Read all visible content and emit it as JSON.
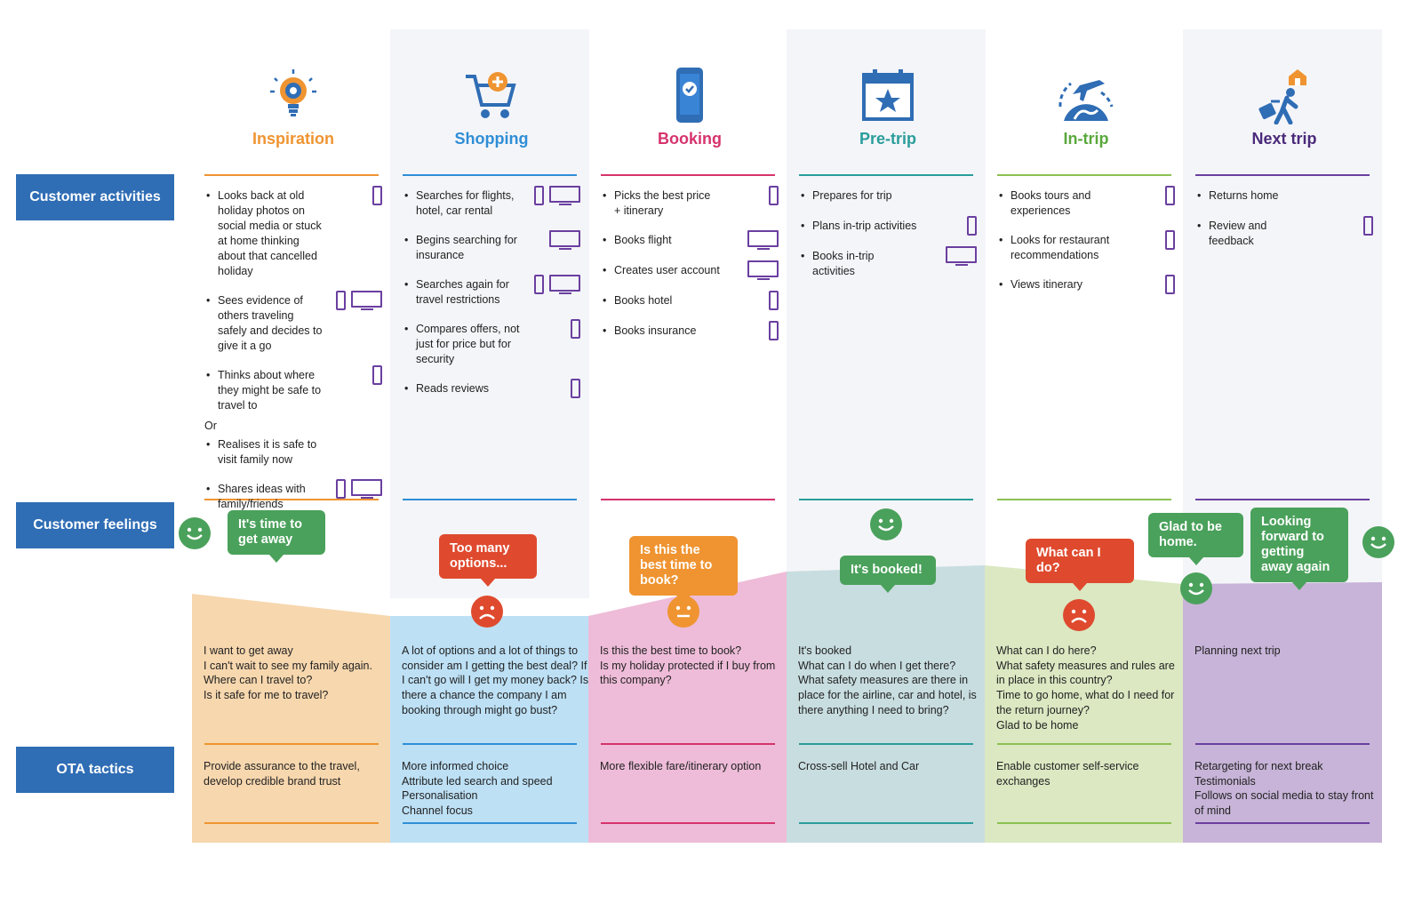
{
  "row_labels": {
    "activities": "Customer activities",
    "feelings": "Customer feelings",
    "tactics": "OTA tactics"
  },
  "colors": {
    "row_label_bg": "#2f6db5",
    "device_icon": "#6a3fa0",
    "icon_blue": "#2f6db5",
    "happy": "#4aa15b",
    "sad": "#df4a2e",
    "neutral": "#ef9431"
  },
  "stages": [
    {
      "name": "Inspiration",
      "icon": "lightbulb-gear-icon",
      "title_color": "#ef9431",
      "rule_color": "#ef9431",
      "fill": "#f7d7ae",
      "activities": [
        {
          "type": "item",
          "text": "Looks back at old holiday photos on social media or stuck at home thinking about that cancelled holiday",
          "devices": [
            "phone"
          ]
        },
        {
          "type": "item",
          "text": "Sees evidence of others traveling safely and decides to give it a go",
          "devices": [
            "phone",
            "desktop"
          ]
        },
        {
          "type": "item",
          "text": "Thinks about where they might be safe to travel to",
          "devices": [
            "phone"
          ]
        },
        {
          "type": "sep",
          "text": "Or"
        },
        {
          "type": "item",
          "text": "Realises it is safe to visit family now",
          "devices": []
        },
        {
          "type": "item",
          "text": "Shares ideas with family/friends",
          "devices": [
            "phone",
            "desktop"
          ]
        }
      ],
      "feelings": "I want to get away\nI can't wait to see my family again.\nWhere can I travel to?\nIs it safe for me to travel?",
      "tactics": "Provide assurance to the travel, develop credible brand trust"
    },
    {
      "name": "Shopping",
      "icon": "shopping-cart-icon",
      "title_color": "#2f8ed6",
      "rule_color": "#2f8ed6",
      "fill": "#bde0f5",
      "activities": [
        {
          "type": "item",
          "text": "Searches for flights, hotel, car rental",
          "devices": [
            "phone",
            "desktop"
          ]
        },
        {
          "type": "item",
          "text": "Begins searching for insurance",
          "devices": [
            "desktop"
          ]
        },
        {
          "type": "item",
          "text": "Searches again for travel restrictions",
          "devices": [
            "phone",
            "desktop"
          ]
        },
        {
          "type": "item",
          "text": "Compares offers, not just for price but for security",
          "devices": [
            "phone"
          ]
        },
        {
          "type": "item",
          "text": "Reads reviews",
          "devices": [
            "phone"
          ]
        }
      ],
      "feelings": "A lot of options and a lot of things to consider am I getting the best deal? If I can't go will I get my money back? Is there a chance the company I am booking through might go bust?",
      "tactics": "More informed choice\nAttribute led search and speed\nPersonalisation\nChannel focus"
    },
    {
      "name": "Booking",
      "icon": "smartphone-check-icon",
      "title_color": "#d6336c",
      "rule_color": "#d6336c",
      "fill": "#eebcd8",
      "activities": [
        {
          "type": "item",
          "text": "Picks the best price + itinerary",
          "devices": [
            "phone"
          ]
        },
        {
          "type": "item",
          "text": "Books flight",
          "devices": [
            "desktop"
          ]
        },
        {
          "type": "item",
          "text": "Creates user account",
          "devices": [
            "desktop"
          ]
        },
        {
          "type": "item",
          "text": "Books hotel",
          "devices": [
            "phone"
          ]
        },
        {
          "type": "item",
          "text": "Books insurance",
          "devices": [
            "phone"
          ]
        }
      ],
      "feelings": "Is this the best time to book?\nIs my holiday protected if I buy from this company?",
      "tactics": "More flexible fare/itinerary option"
    },
    {
      "name": "Pre-trip",
      "icon": "calendar-star-icon",
      "title_color": "#2a9d9a",
      "rule_color": "#2a9d9a",
      "fill": "#c8dde0",
      "activities": [
        {
          "type": "item",
          "text": "Prepares for trip",
          "devices": []
        },
        {
          "type": "item",
          "text": "Plans in-trip activities",
          "devices": [
            "phone"
          ]
        },
        {
          "type": "item",
          "text": "Books in-trip activities",
          "devices": [
            "desktop"
          ]
        }
      ],
      "feelings": "It's booked\nWhat can I do when I get there?\nWhat safety measures are there in place for the airline, car and hotel, is there anything I need to bring?",
      "tactics": "Cross-sell Hotel and Car"
    },
    {
      "name": "In-trip",
      "icon": "plane-globe-icon",
      "title_color": "#5aa83c",
      "rule_color": "#8cc152",
      "fill": "#dbe8c2",
      "activities": [
        {
          "type": "item",
          "text": "Books tours and experiences",
          "devices": [
            "phone"
          ]
        },
        {
          "type": "item",
          "text": "Looks for restaurant recommendations",
          "devices": [
            "phone"
          ]
        },
        {
          "type": "item",
          "text": "Views itinerary",
          "devices": [
            "phone"
          ]
        }
      ],
      "feelings": "What can I do here?\nWhat safety measures and rules are in place in this country?\nTime to go home, what do I need for the return journey?\nGlad to be home",
      "tactics": "Enable customer self-service exchanges"
    },
    {
      "name": "Next trip",
      "icon": "traveler-home-icon",
      "title_color": "#4b2a7a",
      "rule_color": "#6a3fa0",
      "fill": "#c7b4d8",
      "activities": [
        {
          "type": "item",
          "text": "Returns home",
          "devices": []
        },
        {
          "type": "item",
          "text": "Review and feedback",
          "devices": [
            "phone"
          ]
        }
      ],
      "feelings": "Planning next trip",
      "tactics": "Retargeting for next break\nTestimonials\nFollows on social media to stay front of mind"
    }
  ],
  "emotions": [
    {
      "mood": "happy",
      "bubble": "It's time to get away"
    },
    {
      "mood": "sad",
      "bubble": "Too many options..."
    },
    {
      "mood": "neutral",
      "bubble": "Is this the best time to book?"
    },
    {
      "mood": "happy",
      "bubble": "It's booked!"
    },
    {
      "mood": "sad",
      "bubble": "What can I do?"
    },
    {
      "mood": "happy",
      "bubble": "Glad to be home."
    },
    {
      "mood": "happy",
      "bubble": "Looking forward to getting away again"
    }
  ]
}
